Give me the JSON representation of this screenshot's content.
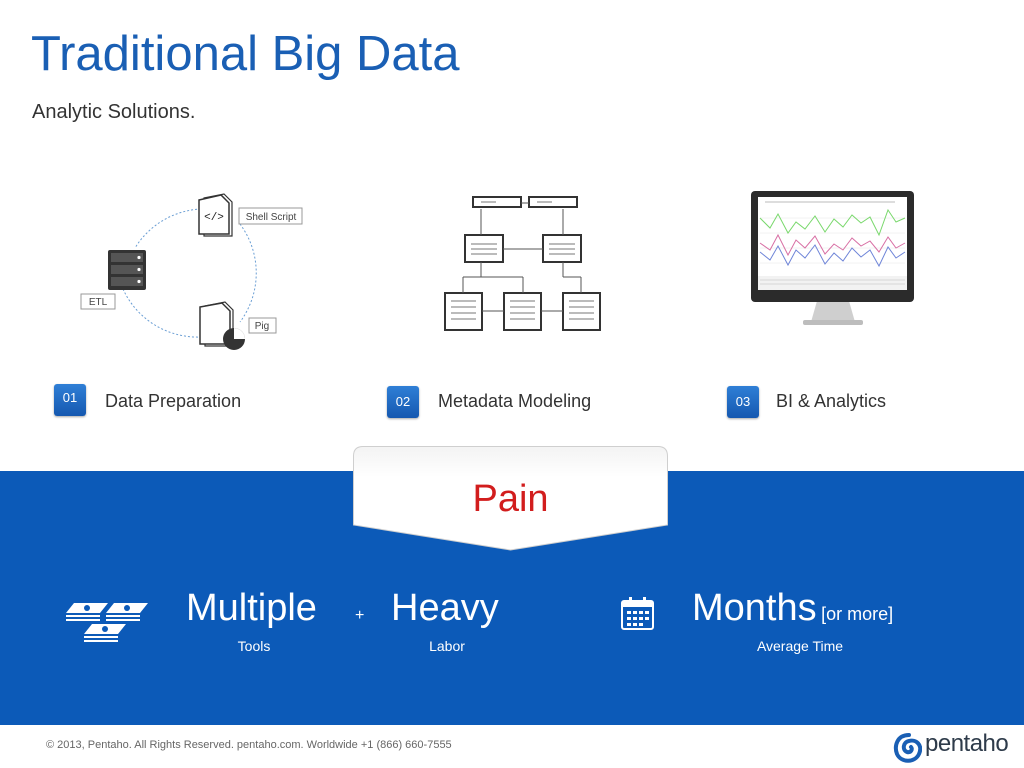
{
  "header": {
    "title": "Traditional Big Data",
    "subtitle": "Analytic Solutions."
  },
  "diagram1": {
    "shell_label": "Shell Script",
    "etl_label": "ETL",
    "pig_label": "Pig",
    "code_glyph": "</>"
  },
  "steps": [
    {
      "number": "01",
      "label": "Data Preparation"
    },
    {
      "number": "02",
      "label": "Metadata Modeling"
    },
    {
      "number": "03",
      "label": "BI & Analytics"
    }
  ],
  "pain": {
    "title": "Pain"
  },
  "metrics": {
    "multiple": {
      "big": "Multiple",
      "small": "Tools"
    },
    "plus": "+",
    "heavy": {
      "big": "Heavy",
      "small": "Labor"
    },
    "months": {
      "big": "Months",
      "suffix": "[or more]",
      "small": "Average Time"
    }
  },
  "footer": {
    "copyright": "© 2013, Pentaho. All Rights Reserved. pentaho.com. Worldwide +1 (866) 660-7555",
    "logo": "pentaho"
  },
  "icons": [
    "code-file-icon",
    "server-icon",
    "pig-file-icon",
    "schema-diagram-icon",
    "monitor-chart-icon",
    "money-stack-icon",
    "calendar-icon",
    "pentaho-logo-icon"
  ],
  "colors": {
    "title_blue": "#1a5fb4",
    "band_blue": "#0c5ab8",
    "pain_red": "#d21d1d"
  }
}
